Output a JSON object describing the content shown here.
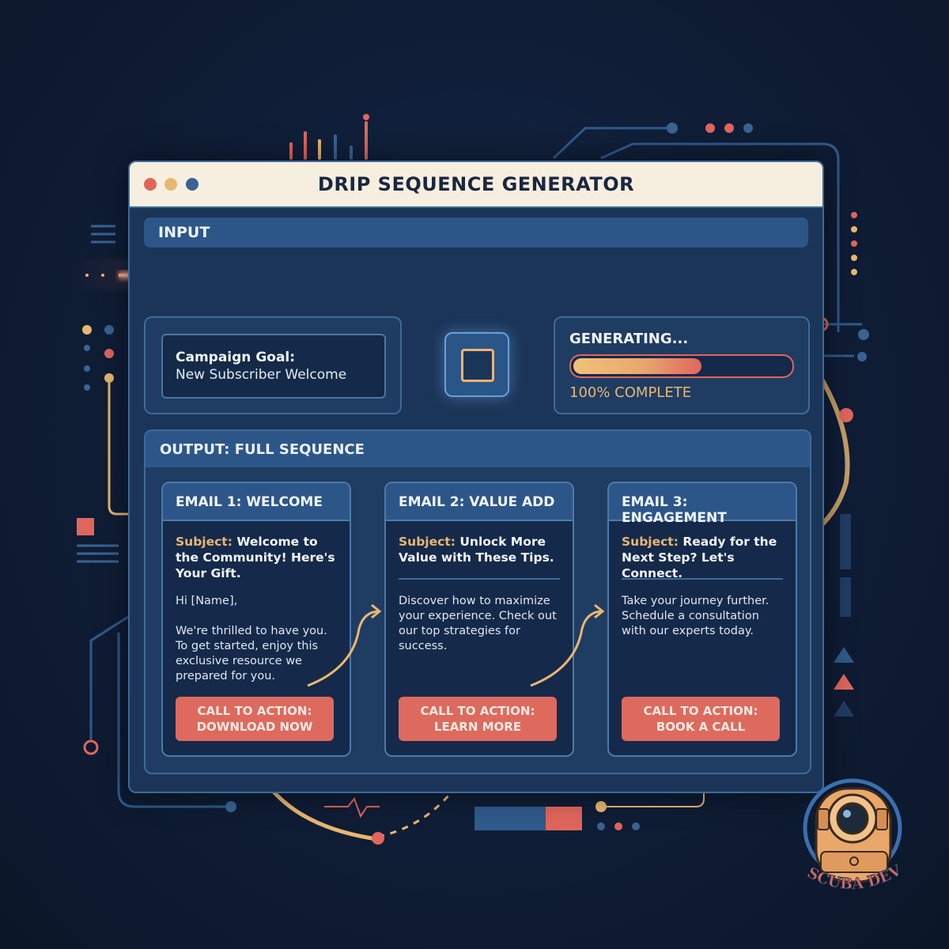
{
  "window": {
    "title": "DRIP SEQUENCE GENERATOR"
  },
  "input_section": {
    "label": "INPUT",
    "campaign_goal_label": "Campaign Goal:",
    "campaign_goal_value": "New Subscriber Welcome"
  },
  "generation": {
    "status_title": "GENERATING...",
    "progress": 0.6,
    "progress_text": "100% COMPLETE"
  },
  "output": {
    "header": "OUTPUT: FULL SEQUENCE",
    "subject_prefix": "Subject:",
    "emails": [
      {
        "title": "EMAIL 1: WELCOME",
        "subject": "Welcome to the Community! Here's Your Gift.",
        "greeting": "Hi [Name],",
        "body": "We're thrilled to have you. To get started, enjoy this exclusive resource we prepared for you.",
        "cta_line1": "CALL TO ACTION:",
        "cta_line2": "DOWNLOAD NOW"
      },
      {
        "title": "EMAIL 2: VALUE ADD",
        "subject": "Unlock More Value with These Tips.",
        "greeting": "",
        "body": "Discover how to maximize your experience. Check out our top strategies for success.",
        "cta_line1": "CALL TO ACTION:",
        "cta_line2": "LEARN MORE"
      },
      {
        "title": "EMAIL 3: ENGAGEMENT",
        "subject": "Ready for the Next Step? Let's Connect.",
        "greeting": "",
        "body": "Take your journey further. Schedule a consultation with our experts today.",
        "cta_line1": "CALL TO ACTION:",
        "cta_line2": "BOOK A CALL"
      }
    ]
  },
  "logo": {
    "text": "SCUBA DEV",
    "icon": "diving-helmet-icon"
  },
  "colors": {
    "accent_red": "#e0665d",
    "accent_gold": "#e8b771",
    "panel_blue": "#2d5688",
    "background": "#0f1d36"
  }
}
